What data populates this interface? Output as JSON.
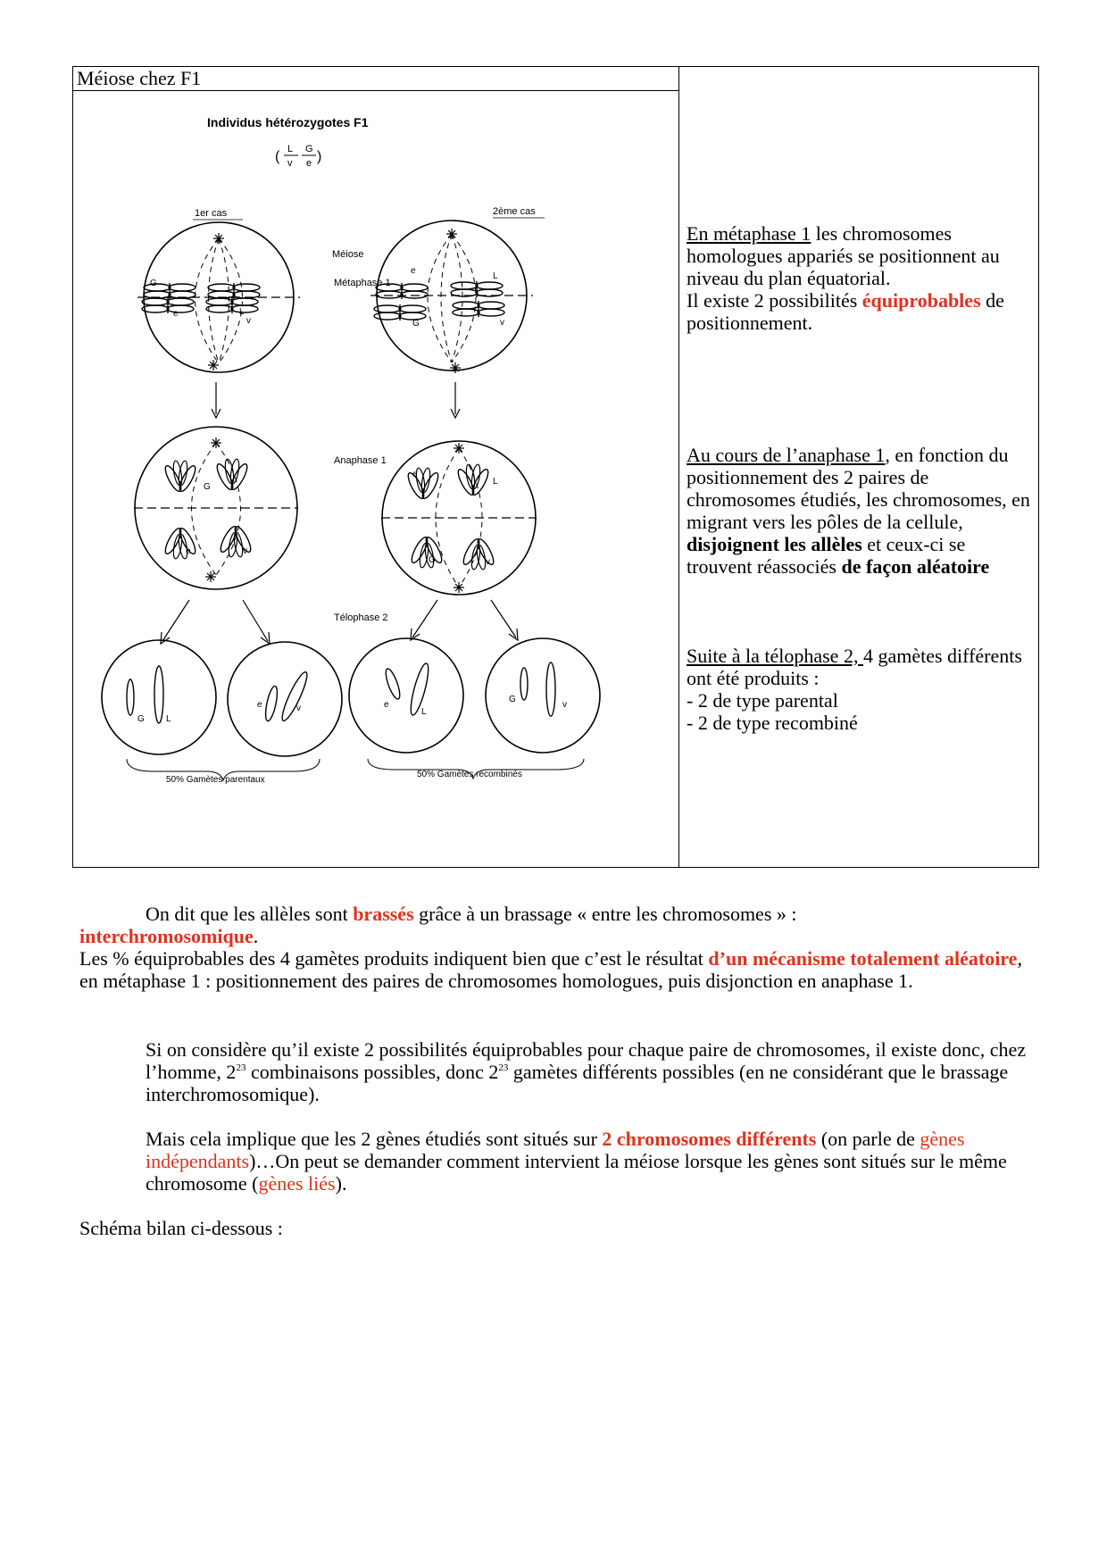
{
  "table": {
    "header": "Méiose chez F1",
    "figure": {
      "title": "Individus hétérozygotes F1",
      "genotype": {
        "top1": "L",
        "bot1": "v",
        "top2": "G",
        "bot2": "e"
      },
      "case1": "1er cas",
      "case1_sup": "er",
      "case2": "2ème cas",
      "meiose": "Méiose",
      "metaphase": "Métaphase 1",
      "anaphase": "Anaphase 1",
      "telophase": "Télophase 2",
      "allele_G": "G",
      "allele_e": "e",
      "allele_L": "L",
      "allele_v": "v",
      "gametes_parental": "50% Gamètes parentaux",
      "gametes_recombined": "50% Gamètes recombinés"
    },
    "side": {
      "p1_label": "En métaphase 1",
      "p1_text": " les chromosomes homologues appariés se positionnent au niveau du plan équatorial.",
      "p2_pre": "Il existe 2 possibilités ",
      "p2_red": "équiprobables",
      "p2_post": " de positionnement.",
      "p3_label": "Au cours de l’anaphase 1",
      "p3_text1": ", en fonction du positionnement des 2 paires de chromosomes étudiés, les chromosomes, en migrant vers les pôles de la cellule, ",
      "p3_bold1": "disjoignent les allèles",
      "p3_text2": " et ceux-ci se trouvent réassociés ",
      "p3_bold2": "de façon aléatoire",
      "p4_label": "Suite à la télophase 2, ",
      "p4_text": "4 gamètes différents ont été produits :",
      "p4_item1": "- 2 de type parental",
      "p4_item2": "- 2 de type recombiné"
    }
  },
  "body": {
    "para1_a": "On dit que les allèles sont ",
    "para1_red": "brassés",
    "para1_b": " grâce à un brassage « entre les chromosomes » :",
    "para1_red2": "interchromosomique",
    "para1_c": ".",
    "para2_a": "Les % équiprobables des 4 gamètes produits indiquent bien que c’est le résultat ",
    "para2_red": "d’un mécanisme totalement aléatoire",
    "para2_b": ", en métaphase 1 : positionnement des paires de chromosomes homologues, puis disjonction en anaphase 1.",
    "para3_a": "Si on considère qu’il existe 2 possibilités équiprobables pour chaque paire de chromosomes, il existe donc, chez l’homme, 2",
    "para3_sup1": "23",
    "para3_b": "  combinaisons possibles, donc 2",
    "para3_sup2": "23",
    "para3_c": "  gamètes différents possibles (en ne considérant que le brassage interchromosomique).",
    "para4_a": "Mais cela implique que les  2 gènes étudiés sont situés sur ",
    "para4_red": "2 chromosomes différents",
    "para4_b": " (on parle de ",
    "para4_red2": "gènes indépendants",
    "para4_c": ")…On peut se demander comment intervient la méiose lorsque les gènes sont situés sur le même chromosome (",
    "para4_red3": "gènes liés",
    "para4_d": ").",
    "para5": "Schéma bilan ci-dessous :"
  }
}
